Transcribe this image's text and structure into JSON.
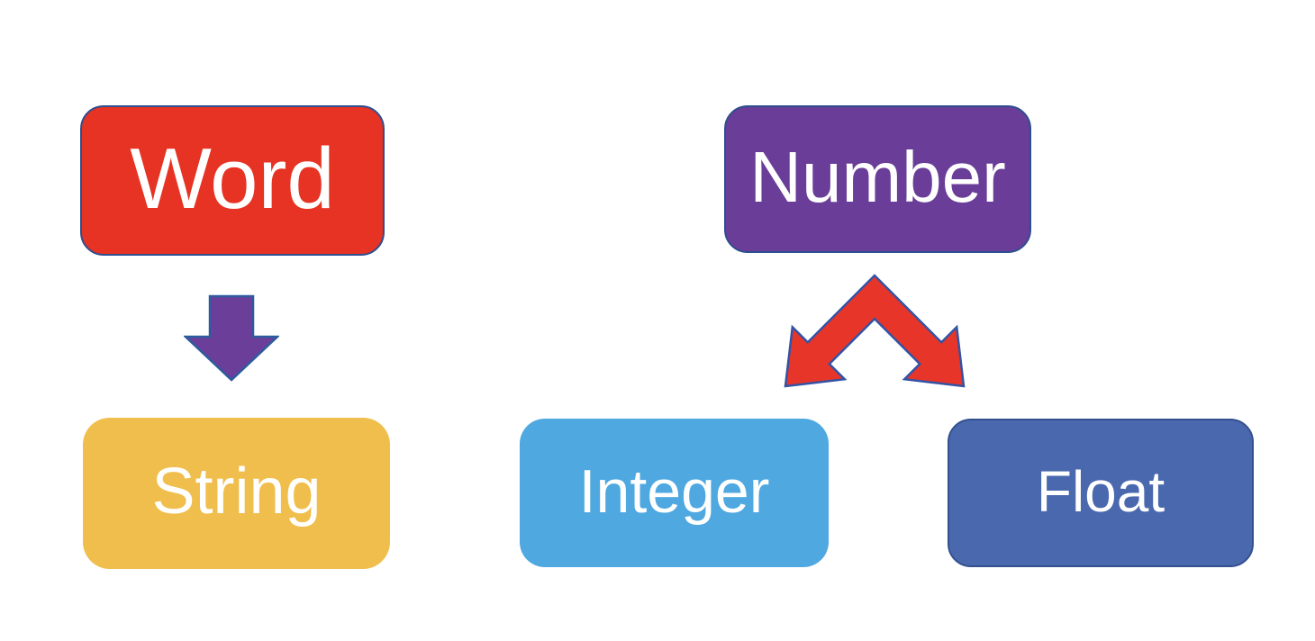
{
  "diagram": {
    "background": "#ffffff",
    "nodes": [
      {
        "id": "word",
        "label": "Word",
        "fill": "#e63323",
        "border": "#2f4e8f",
        "text_color": "#ffffff"
      },
      {
        "id": "number",
        "label": "Number",
        "fill": "#6a3d98",
        "border": "#2f4e8f",
        "text_color": "#ffffff"
      },
      {
        "id": "string",
        "label": "String",
        "fill": "#f0be4c",
        "border": "none",
        "text_color": "#ffffff"
      },
      {
        "id": "integer",
        "label": "Integer",
        "fill": "#4fa8e0",
        "border": "none",
        "text_color": "#ffffff"
      },
      {
        "id": "float",
        "label": "Float",
        "fill": "#4a68ae",
        "border": "#33508f",
        "text_color": "#ffffff"
      }
    ],
    "arrows": [
      {
        "id": "word-to-string",
        "type": "block-down-arrow",
        "from": "Word",
        "to": "String",
        "fill": "#6b3e99",
        "outline": "#2e5b9e"
      },
      {
        "id": "number-to-integer-float",
        "type": "bifurcating-arrow",
        "from": "Number",
        "to": "Integer / Float",
        "fill": "#e8352a",
        "outline": "#3353a4"
      }
    ]
  }
}
